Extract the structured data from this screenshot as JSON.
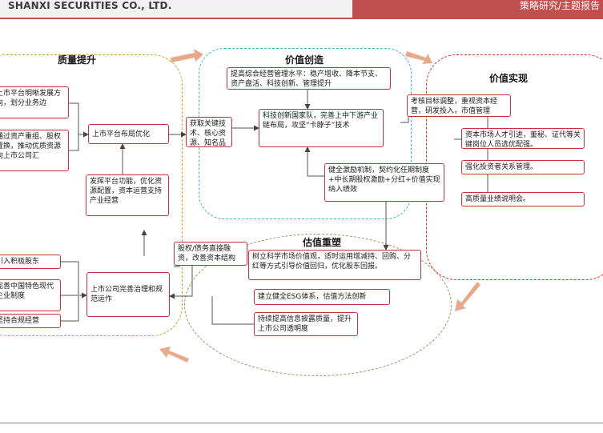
{
  "header": {
    "company": "SHANXI SECURITIES CO., LTD.",
    "report_type": "策略研究/主题报告"
  },
  "regions": {
    "quality": "质量提升",
    "create": "价值创造",
    "realize": "价值实现",
    "reshape": "估值重塑"
  },
  "boxes": {
    "q1": "上市平台明晰发展方向，划分业务边",
    "q2": "通过资产重组、股权置换，推动优质资源向上市公司汇",
    "q3": "上市平台布局优化",
    "q4": "发挥平台功能，优化资源配置，资本运营支持产业经营",
    "g1": "引入积极股东",
    "g2": "完善中国特色现代企业制度",
    "g3": "坚持合规经营",
    "g4": "上市公司完善治理和规范运作",
    "c1": "提高综合经营管理水平：稳产增收、降本节支、资产盘活、科技创新、管理提升",
    "c2": "获取关键技术、核心资源、知名品牌",
    "c3": "科技创新国家队，完善上中下游产业链布局，攻坚“卡脖子”技术",
    "c4": "健全激励机制，契约化任期制度+中长期股权激励+分红+价值实现纳入绩效",
    "c5": "股权/债务直接融资，改善资本结构",
    "r1": "考核目标调整，重视资本经营，研发投入，市值管理",
    "r2": "资本市场人才引进，董秘、证代等关键岗位人员选优配强。",
    "r3": "强化投资者关系管理。",
    "r4": "高质量业绩说明会。",
    "v1": "树立科学市场价值观，适时运用增减持、回购、分红等方式引导价值回归，优化股东回报。",
    "v2": "建立健全ESG体系，估值方法创新",
    "v3": "持续提高信息披露质量，提升上市公司透明度"
  }
}
